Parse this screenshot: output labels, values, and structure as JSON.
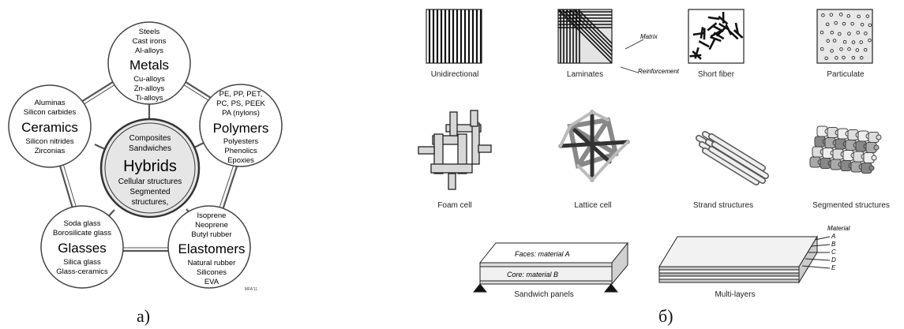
{
  "family_diagram": {
    "hub": {
      "title": "Hybrids",
      "lines_top": [
        "Composites",
        "Sandwiches"
      ],
      "lines_bottom": [
        "Cellular structures",
        "Segmented",
        "structures,"
      ]
    },
    "nodes": [
      {
        "key": "metals",
        "title": "Metals",
        "lines_top": [
          "Steels",
          "Cast irons",
          "Al-alloys"
        ],
        "lines_bottom": [
          "Cu-alloys",
          "Zn-alloys",
          "Ti-alloys"
        ]
      },
      {
        "key": "polymers",
        "title": "Polymers",
        "lines_top": [
          "PE, PP, PET,",
          "PC, PS, PEEK",
          "PA (nylons)"
        ],
        "lines_bottom": [
          "Polyesters",
          "Phenolics",
          "Epoxies"
        ]
      },
      {
        "key": "elastomers",
        "title": "Elastomers",
        "lines_top": [
          "Isoprene",
          "Neoprene",
          "Butyl rubber"
        ],
        "lines_bottom": [
          "Natural rubber",
          "Silicones",
          "EVA"
        ]
      },
      {
        "key": "glasses",
        "title": "Glasses",
        "lines_top": [
          "Soda glass",
          "Borosilicate glass"
        ],
        "lines_bottom": [
          "Silica glass",
          "Glass-ceramics"
        ]
      },
      {
        "key": "ceramics",
        "title": "Ceramics",
        "lines_top": [
          "Aluminas",
          "Silicon carbides"
        ],
        "lines_bottom": [
          "Silicon nitrides",
          "Zirconias"
        ]
      }
    ],
    "signature": "MFA'11",
    "caption": "а)"
  },
  "structures": {
    "caption": "б)",
    "cells": [
      {
        "key": "unidirectional",
        "label": "Unidirectional"
      },
      {
        "key": "laminates",
        "label": "Laminates",
        "annotations": [
          "Matrix",
          "Reinforcement"
        ]
      },
      {
        "key": "short-fiber",
        "label": "Short fiber"
      },
      {
        "key": "particulate",
        "label": "Particulate"
      },
      {
        "key": "foam-cell",
        "label": "Foam cell"
      },
      {
        "key": "lattice-cell",
        "label": "Lattice cell"
      },
      {
        "key": "strand",
        "label": "Strand structures"
      },
      {
        "key": "segmented",
        "label": "Segmented structures"
      },
      {
        "key": "sandwich",
        "label": "Sandwich panels",
        "annotations": [
          "Faces: material A",
          "Core: material B"
        ]
      },
      {
        "key": "multilayer",
        "label": "Multi-layers",
        "annotations": [
          "Material",
          "A",
          "B",
          "C",
          "D",
          "E"
        ]
      }
    ]
  }
}
